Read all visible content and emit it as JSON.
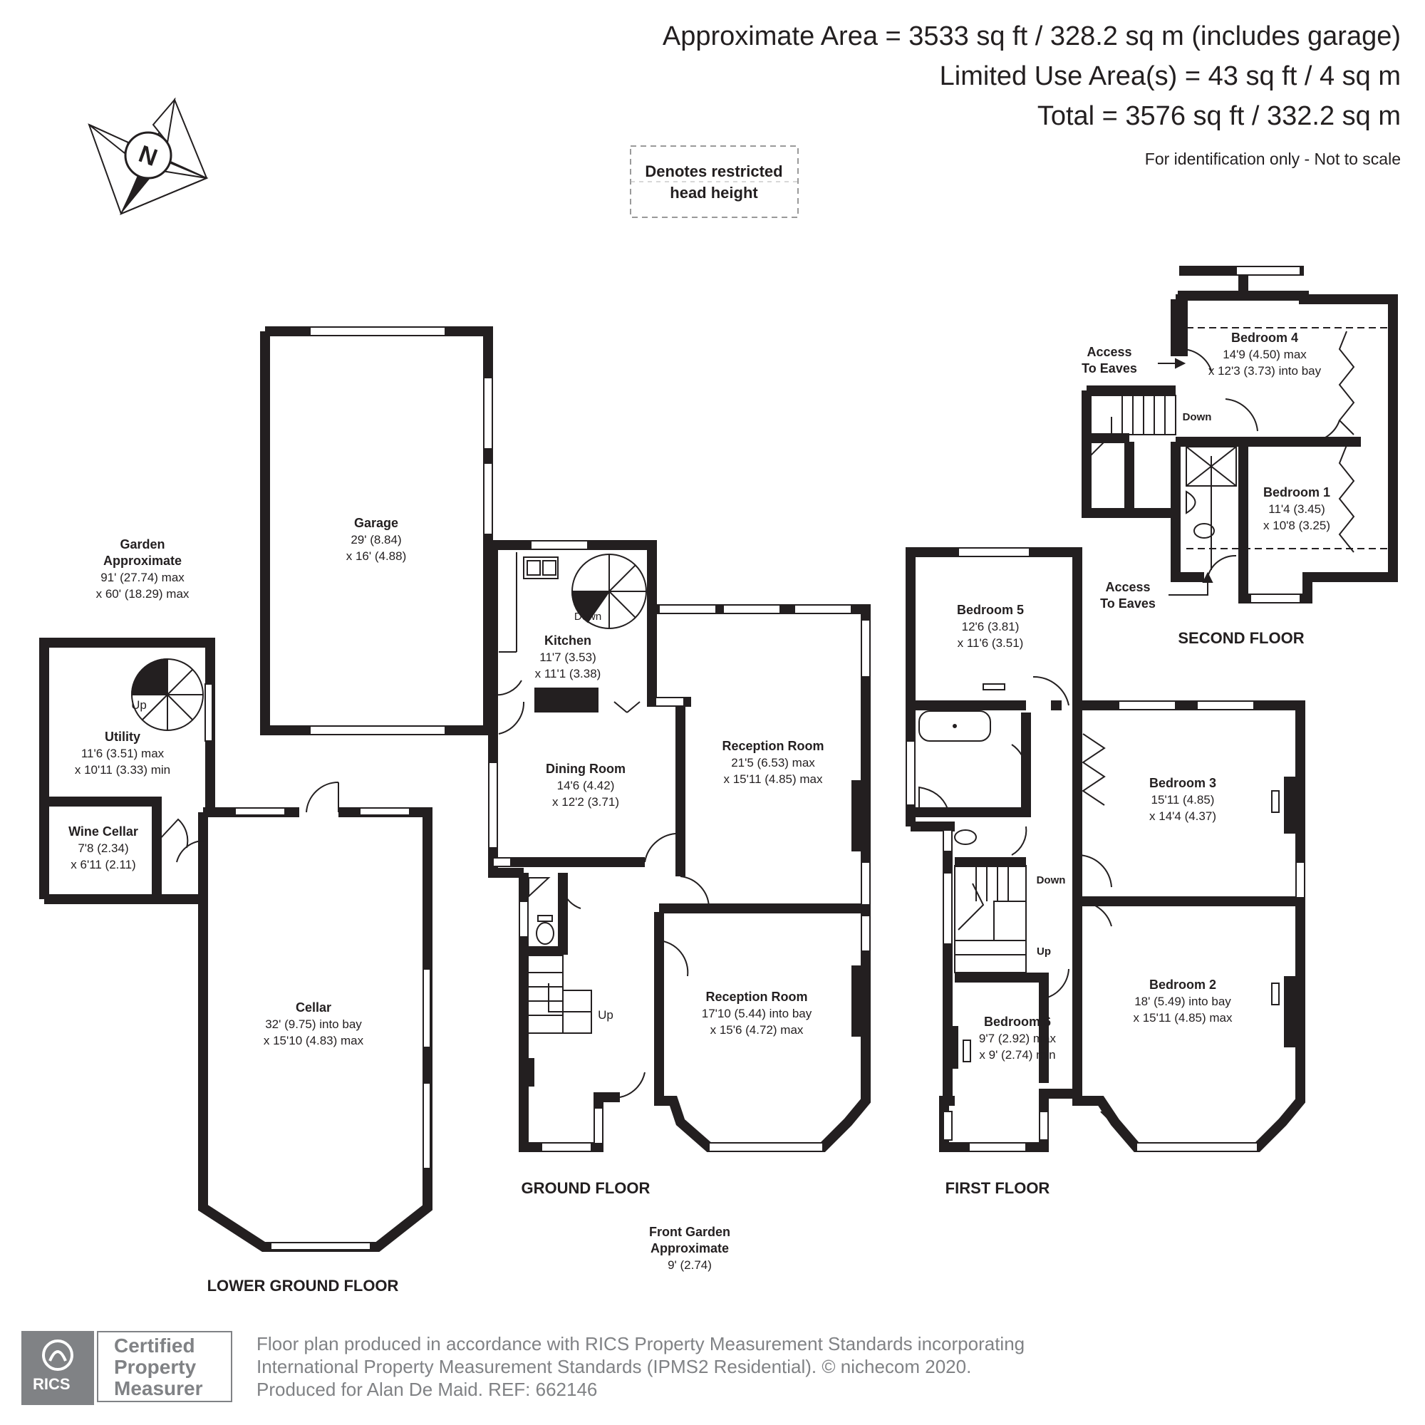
{
  "header": {
    "area_line": "Approximate Area = 3533 sq ft / 328.2 sq m (includes garage)",
    "limited_line": "Limited Use Area(s) = 43 sq ft / 4 sq m",
    "total_line": "Total = 3576 sq ft / 332.2 sq m",
    "note": "For identification only - Not to scale"
  },
  "compass": {
    "letter": "N",
    "icon": "north-compass-icon"
  },
  "legend": {
    "line1": "Denotes restricted",
    "line2": "head height"
  },
  "colors": {
    "wall": "#231f20",
    "text": "#231f20",
    "footer": "#808285"
  },
  "floors": {
    "lower_ground": "LOWER GROUND FLOOR",
    "ground": "GROUND FLOOR",
    "first": "FIRST FLOOR",
    "second": "SECOND FLOOR"
  },
  "rooms": {
    "garden": {
      "title": "Garden",
      "line1": "Approximate",
      "line2": "91' (27.74) max",
      "line3": "x 60' (18.29) max"
    },
    "garage": {
      "title": "Garage",
      "line1": "29' (8.84)",
      "line2": "x 16' (4.88)"
    },
    "utility": {
      "title": "Utility",
      "line1": "11'6 (3.51) max",
      "line2": "x 10'11 (3.33) min"
    },
    "wine_cellar": {
      "title": "Wine Cellar",
      "line1": "7'8 (2.34)",
      "line2": "x 6'11 (2.11)"
    },
    "cellar": {
      "title": "Cellar",
      "line1": "32' (9.75) into bay",
      "line2": "x 15'10 (4.83) max"
    },
    "kitchen": {
      "title": "Kitchen",
      "line1": "11'7 (3.53)",
      "line2": "x 11'1 (3.38)"
    },
    "dining": {
      "title": "Dining Room",
      "line1": "14'6 (4.42)",
      "line2": "x 12'2 (3.71)"
    },
    "reception1": {
      "title": "Reception Room",
      "line1": "21'5 (6.53) max",
      "line2": "x 15'11 (4.85) max"
    },
    "reception2": {
      "title": "Reception Room",
      "line1": "17'10 (5.44) into bay",
      "line2": "x 15'6 (4.72) max"
    },
    "front_garden": {
      "title": "Front Garden",
      "line1": "Approximate",
      "line2": "9' (2.74)"
    },
    "bedroom5": {
      "title": "Bedroom 5",
      "line1": "12'6 (3.81)",
      "line2": "x 11'6 (3.51)"
    },
    "bedroom3": {
      "title": "Bedroom 3",
      "line1": "15'11 (4.85)",
      "line2": "x 14'4 (4.37)"
    },
    "bedroom2": {
      "title": "Bedroom 2",
      "line1": "18' (5.49) into bay",
      "line2": "x 15'11 (4.85) max"
    },
    "bedroom6": {
      "title": "Bedroom 6",
      "line1": "9'7 (2.92) max",
      "line2": "x 9' (2.74) min"
    },
    "bedroom4": {
      "title": "Bedroom 4",
      "line1": "14'9 (4.50) max",
      "line2": "x 12'3 (3.73) into bay"
    },
    "bedroom1": {
      "title": "Bedroom 1",
      "line1": "11'4 (3.45)",
      "line2": "x 10'8 (3.25)"
    }
  },
  "stairs": {
    "up": "Up",
    "down": "Down"
  },
  "eaves": {
    "line1": "Access",
    "line2": "To Eaves"
  },
  "footer": {
    "line1": "Floor plan produced in accordance with RICS Property Measurement Standards incorporating",
    "line2": "International Property Measurement Standards (IPMS2 Residential).   © nichecom 2020.",
    "line3": "Produced for Alan De Maid.   REF: 662146",
    "rics_abbrev": "RICS",
    "cert_line1": "Certified",
    "cert_line2": "Property",
    "cert_line3": "Measurer"
  }
}
